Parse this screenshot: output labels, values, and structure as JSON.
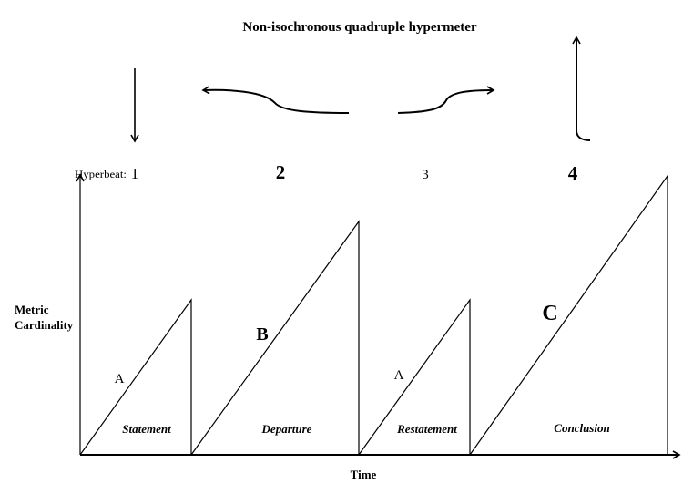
{
  "title": "Non-isochronous quadruple hypermeter",
  "hyperbeat_label": "Hyperbeat:",
  "hyperbeats": [
    "1",
    "2",
    "3",
    "4"
  ],
  "y_axis_label": [
    "Metric",
    "Cardinality"
  ],
  "x_axis_label": "Time",
  "sections": [
    {
      "letter": "A",
      "name": "Statement"
    },
    {
      "letter": "B",
      "name": "Departure"
    },
    {
      "letter": "A",
      "name": "Restatement"
    },
    {
      "letter": "C",
      "name": "Conclusion"
    }
  ],
  "colors": {
    "stroke": "#000000",
    "background": "#ffffff"
  }
}
